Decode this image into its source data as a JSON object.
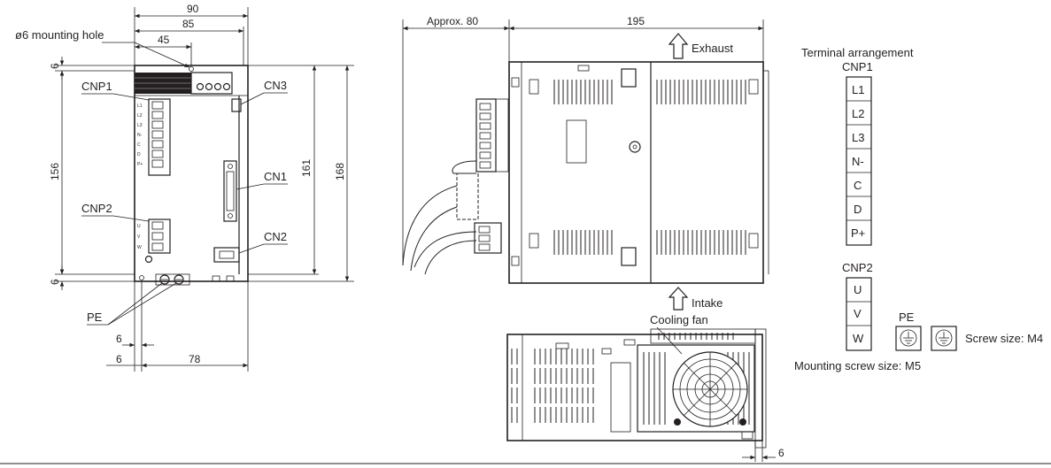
{
  "front_view": {
    "dim_top_90": "90",
    "dim_top_85": "85",
    "dim_top_45": "45",
    "mounting_hole": "ø6 mounting hole",
    "dim_left_6_top": "6",
    "dim_left_156": "156",
    "dim_left_6_bottom": "6",
    "dim_161": "161",
    "dim_168": "168",
    "cnp1": "CNP1",
    "cnp2": "CNP2",
    "cn1": "CN1",
    "cn2": "CN2",
    "cn3": "CN3",
    "pe": "PE",
    "dim_bottom_6a": "6",
    "dim_bottom_6b": "6",
    "dim_bottom_78": "78",
    "cnp1_pins": [
      "L1",
      "L2",
      "L3",
      "N-",
      "C",
      "D",
      "P+"
    ],
    "cnp2_pins": [
      "U",
      "V",
      "W"
    ]
  },
  "side_view": {
    "approx": "Approx. 80",
    "dim_195": "195",
    "exhaust": "Exhaust",
    "intake": "Intake",
    "cooling_fan": "Cooling fan"
  },
  "bottom_view": {
    "dim_6": "6"
  },
  "terminal": {
    "title": "Terminal arrangement",
    "cnp1_title": "CNP1",
    "cnp1": [
      "L1",
      "L2",
      "L3",
      "N-",
      "C",
      "D",
      "P+"
    ],
    "cnp2_title": "CNP2",
    "cnp2": [
      "U",
      "V",
      "W"
    ],
    "pe_title": "PE",
    "screw_size": "Screw size: M4",
    "mounting_screw": "Mounting screw size: M5"
  }
}
